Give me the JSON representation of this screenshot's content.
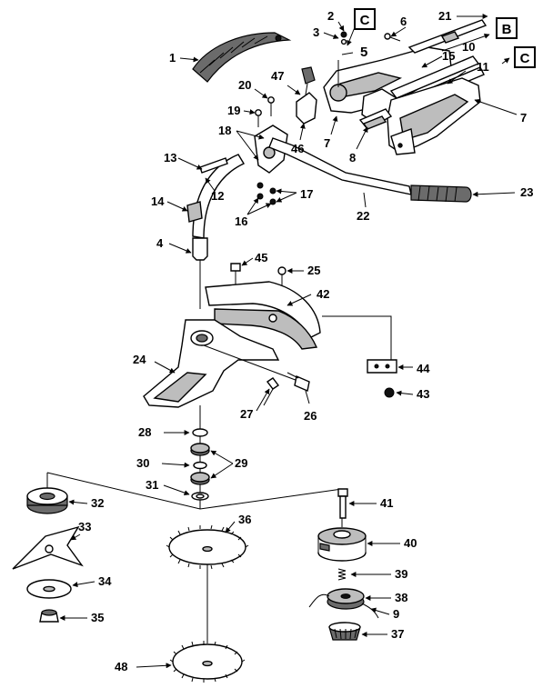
{
  "callouts": [
    {
      "id": "1"
    },
    {
      "id": "2"
    },
    {
      "id": "3"
    },
    {
      "id": "5"
    },
    {
      "id": "6"
    },
    {
      "id": "21"
    },
    {
      "id": "10"
    },
    {
      "id": "15"
    },
    {
      "id": "11"
    },
    {
      "id": "7"
    },
    {
      "id": "47"
    },
    {
      "id": "20"
    },
    {
      "id": "19"
    },
    {
      "id": "46"
    },
    {
      "id": "18"
    },
    {
      "id": "8"
    },
    {
      "id": "13"
    },
    {
      "id": "12"
    },
    {
      "id": "14"
    },
    {
      "id": "17"
    },
    {
      "id": "16"
    },
    {
      "id": "22"
    },
    {
      "id": "23"
    },
    {
      "id": "4"
    },
    {
      "id": "45"
    },
    {
      "id": "25"
    },
    {
      "id": "42"
    },
    {
      "id": "24"
    },
    {
      "id": "44"
    },
    {
      "id": "43"
    },
    {
      "id": "27"
    },
    {
      "id": "26"
    },
    {
      "id": "28"
    },
    {
      "id": "30"
    },
    {
      "id": "29"
    },
    {
      "id": "31"
    },
    {
      "id": "32"
    },
    {
      "id": "41"
    },
    {
      "id": "33"
    },
    {
      "id": "36"
    },
    {
      "id": "40"
    },
    {
      "id": "34"
    },
    {
      "id": "39"
    },
    {
      "id": "38"
    },
    {
      "id": "9"
    },
    {
      "id": "35"
    },
    {
      "id": "37"
    },
    {
      "id": "48"
    }
  ],
  "boxed_refs": [
    {
      "id": "C"
    },
    {
      "id": "B"
    },
    {
      "id": "C"
    }
  ]
}
